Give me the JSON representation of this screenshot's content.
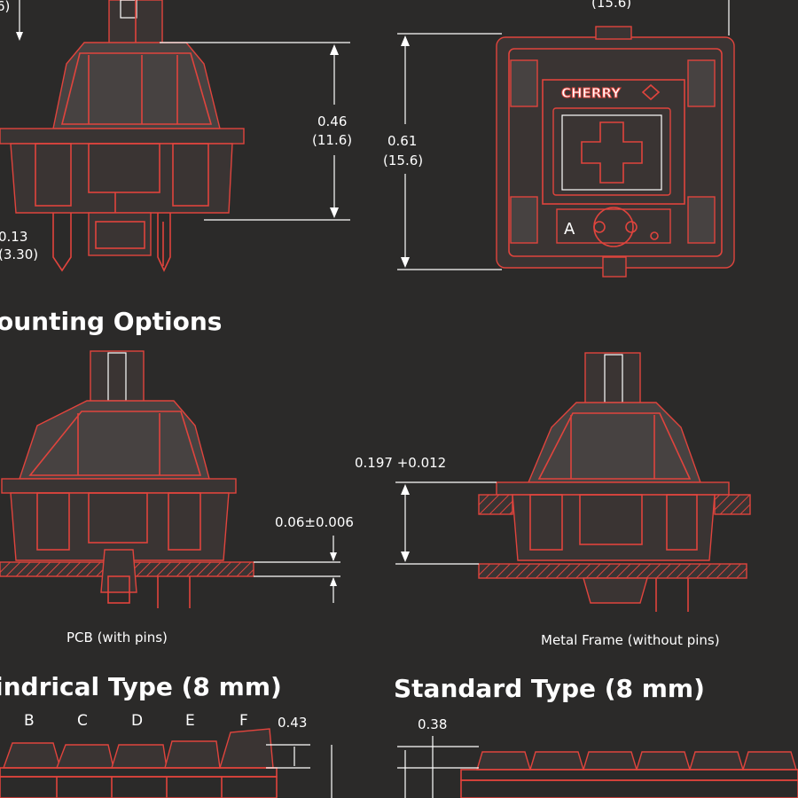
{
  "headings": {
    "mounting": "ounting Options",
    "cylindrical": "indrical Type (8 mm)",
    "standard": "Standard Type (8 mm)"
  },
  "dims": {
    "top_left_cut": "6)",
    "top_right_cut": "(15.6)",
    "height_in": "0.46",
    "height_mm": "(11.6)",
    "total_in": "0.61",
    "total_mm": "(15.6)",
    "pin_in": "0.13",
    "pin_mm": "(3.30)",
    "plate_gap": "0.197 +0.012",
    "pcb_thick": "0.06±0.006",
    "cyl_height": "0.43",
    "std_height": "0.38"
  },
  "captions": {
    "pcb": "PCB (with pins)",
    "frame": "Metal Frame (without pins)"
  },
  "brand": "CHERRY",
  "stem_letter": "A",
  "key_labels": [
    "B",
    "C",
    "D",
    "E",
    "F"
  ]
}
